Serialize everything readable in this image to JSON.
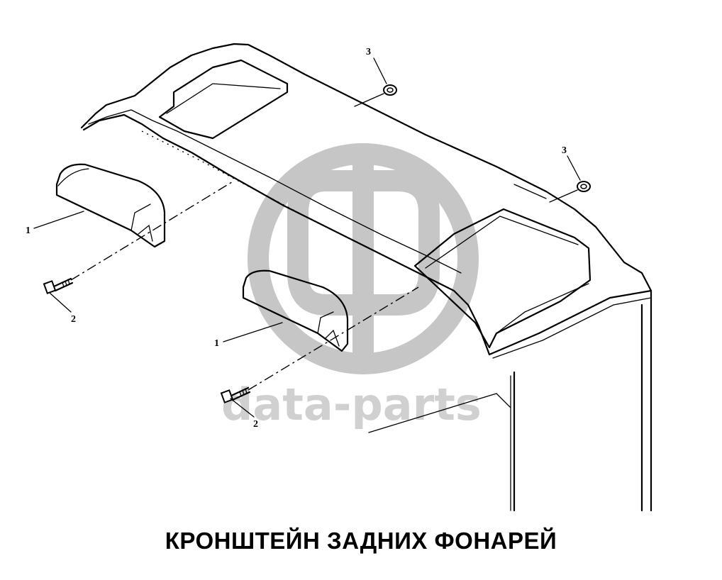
{
  "title": "КРОНШТЕЙН ЗАДНИХ ФОНАРЕЙ",
  "callouts": {
    "bracket_upper": "1",
    "bracket_lower": "1",
    "bolt_upper": "2",
    "bolt_lower": "2",
    "washer_left": "3",
    "washer_right": "3"
  },
  "watermark": {
    "text": "data-parts"
  },
  "colors": {
    "line": "#000000",
    "background": "#ffffff",
    "watermark": "#b4b4b4"
  }
}
